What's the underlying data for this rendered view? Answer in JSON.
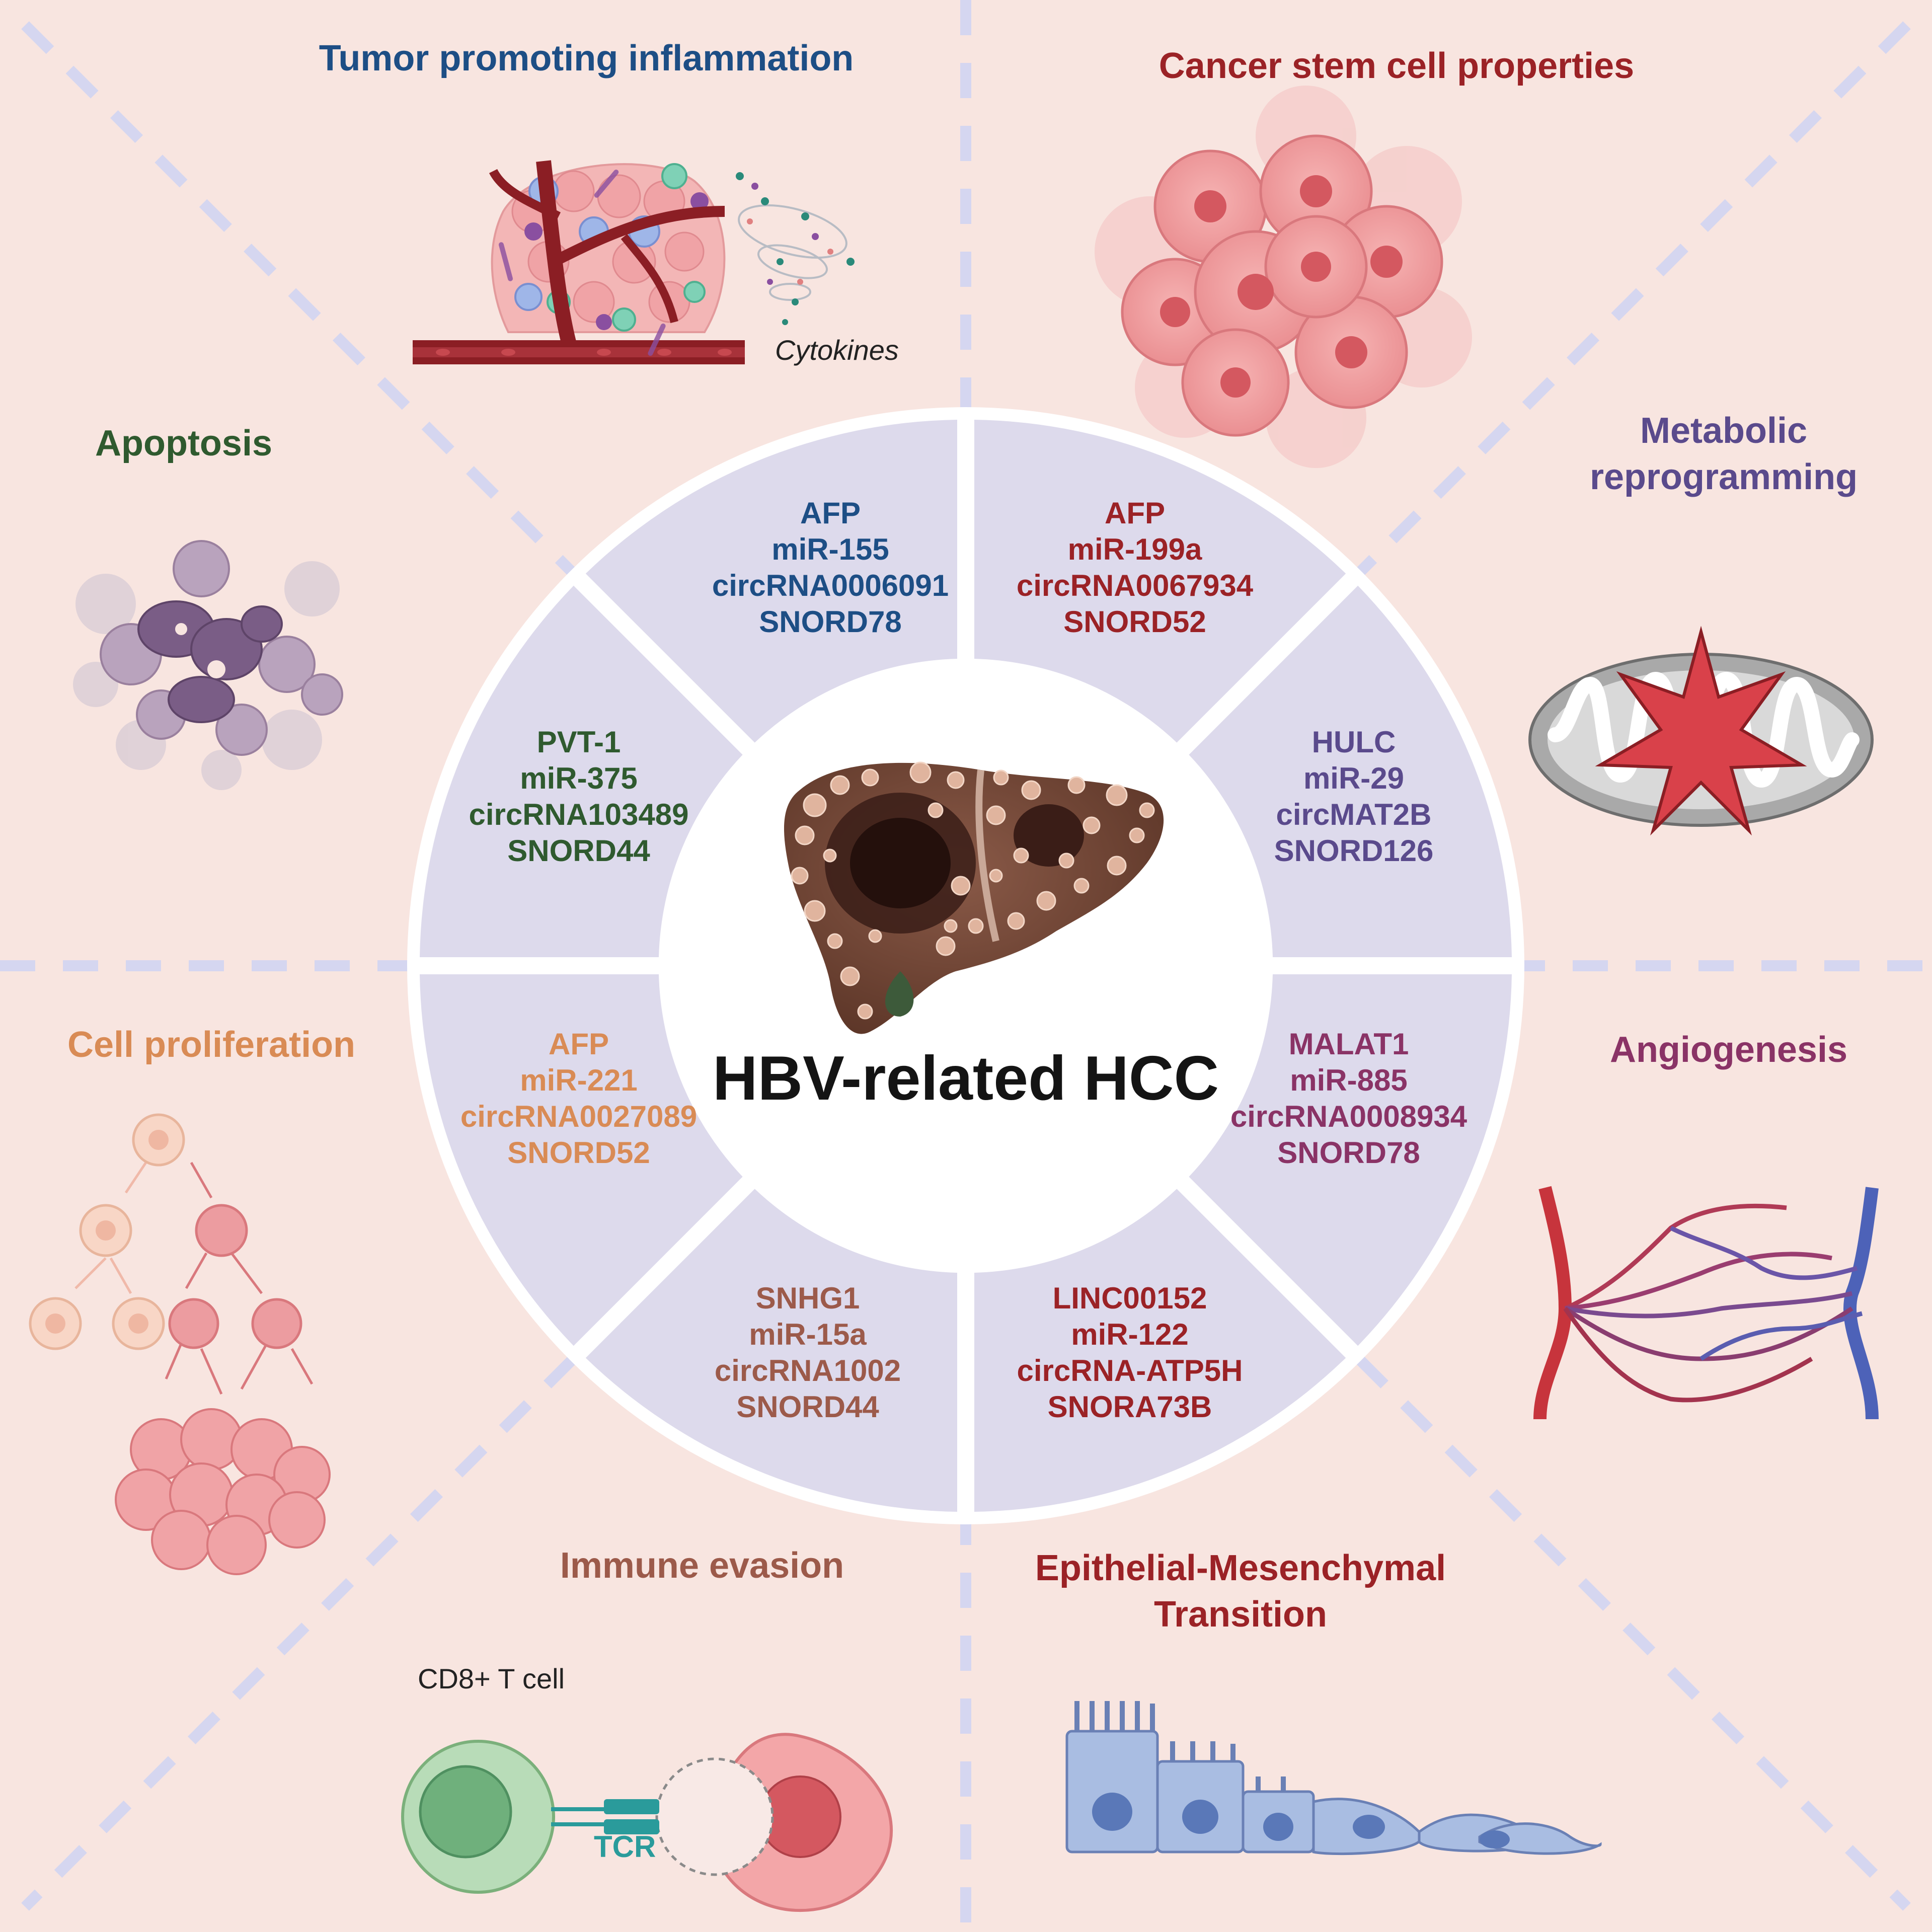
{
  "center": {
    "title": "HBV-related HCC"
  },
  "categories": [
    {
      "title_lines": [
        "Tumor promoting inflammation"
      ],
      "color": "#1d4e85",
      "genes": [
        "AFP",
        "miR-155",
        "circRNA0006091",
        "SNORD78"
      ]
    },
    {
      "title_lines": [
        "Cancer stem cell properties"
      ],
      "color": "#9b2226",
      "genes": [
        "AFP",
        "miR-199a",
        "circRNA0067934",
        "SNORD52"
      ]
    },
    {
      "title_lines": [
        "Metabolic",
        "reprogramming"
      ],
      "color": "#5a4a8c",
      "genes": [
        "HULC",
        "miR-29",
        "circMAT2B",
        "SNORD126"
      ]
    },
    {
      "title_lines": [
        "Angiogenesis"
      ],
      "color": "#8a3366",
      "genes": [
        "MALAT1",
        "miR-885",
        "circRNA0008934",
        "SNORD78"
      ]
    },
    {
      "title_lines": [
        "Epithelial-Mesenchymal",
        "Transition"
      ],
      "color": "#9b2226",
      "genes": [
        "LINC00152",
        "miR-122",
        "circRNA-ATP5H",
        "SNORA73B"
      ]
    },
    {
      "title_lines": [
        "Immune evasion"
      ],
      "color": "#9c5a4a",
      "genes": [
        "SNHG1",
        "miR-15a",
        "circRNA1002",
        "SNORD44"
      ]
    },
    {
      "title_lines": [
        "Cell proliferation"
      ],
      "color": "#d98b55",
      "genes": [
        "AFP",
        "miR-221",
        "circRNA0027089",
        "SNORD52"
      ]
    },
    {
      "title_lines": [
        "Apoptosis"
      ],
      "color": "#2f5a2f",
      "genes": [
        "PVT-1",
        "miR-375",
        "circRNA103489",
        "SNORD44"
      ]
    }
  ],
  "annotations": {
    "cytokines": "Cytokines",
    "cd8_tcell": "CD8+ T cell",
    "tcr": "TCR"
  },
  "colors": {
    "background": "#f8e5e0",
    "segment": "#dddaec",
    "ring": "#ffffff",
    "divider": "#d5d6f0",
    "tcr": "#2a9b9b"
  },
  "icons": [
    "blood-vessel-inflammation-icon",
    "cancer-stem-cell-cluster-icon",
    "mitochondrion-icon",
    "angiogenesis-vessels-icon",
    "emt-cells-icon",
    "tcell-tumor-cell-icon",
    "cell-proliferation-tree-icon",
    "apoptosis-cells-icon",
    "liver-tumor-icon"
  ]
}
